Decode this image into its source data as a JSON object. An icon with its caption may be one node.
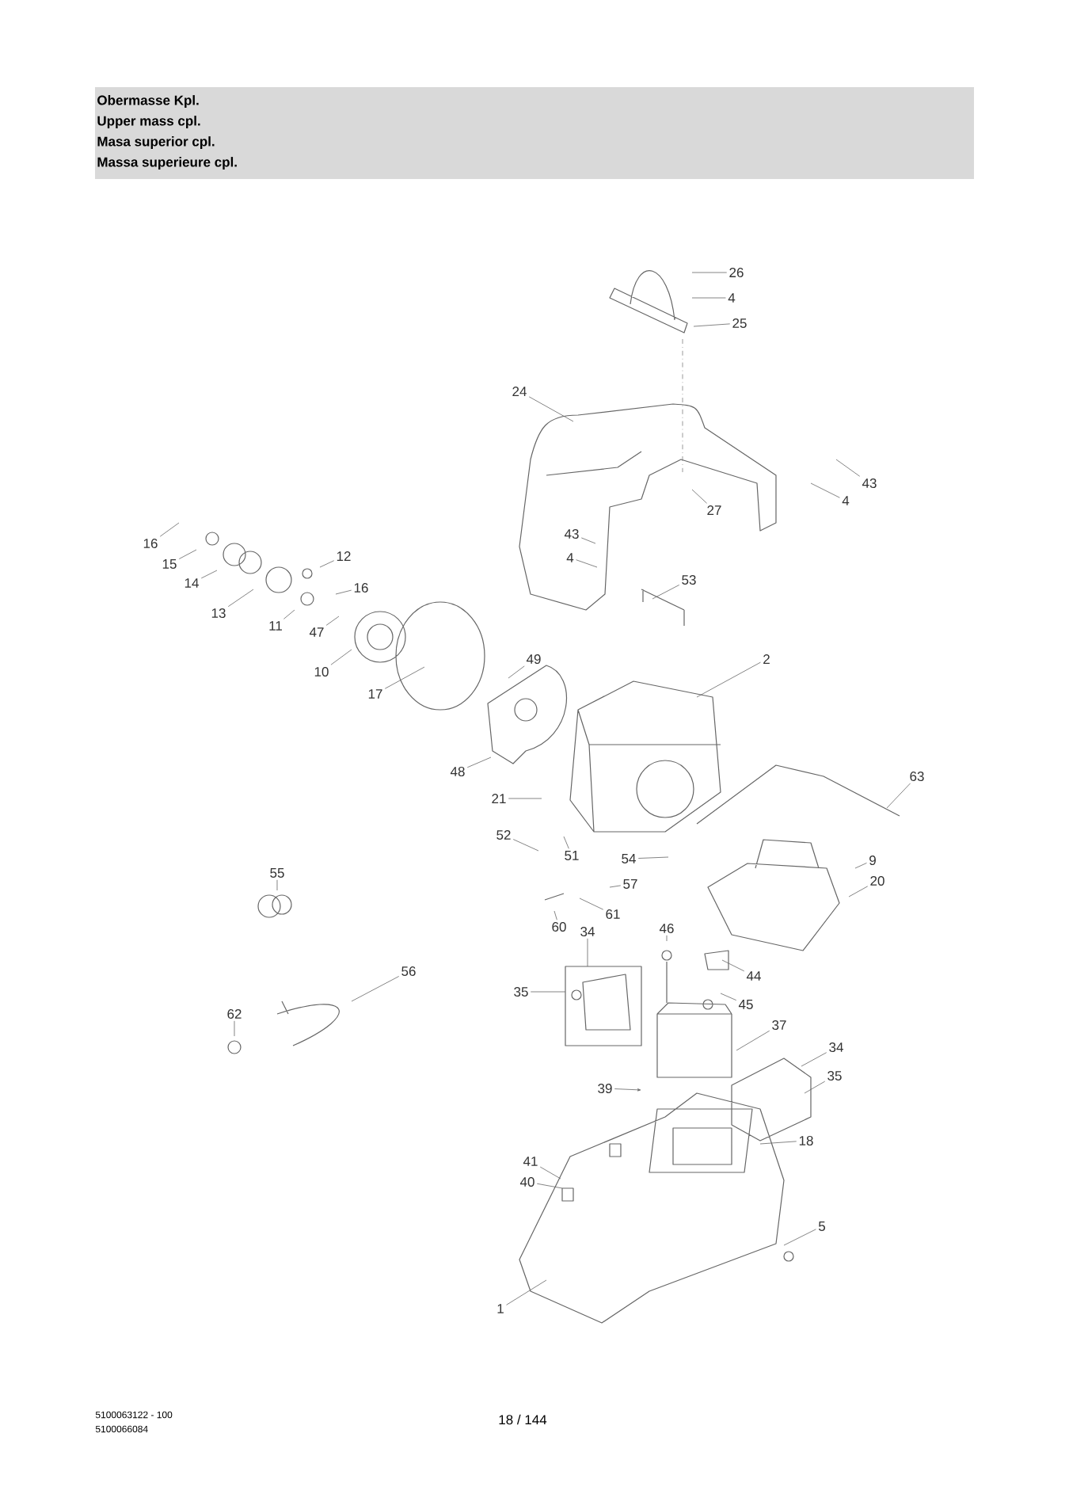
{
  "diagram": {
    "nodes": [
      {
        "text": [
          "26"
        ]
      },
      {
        "text": [
          "4"
        ]
      },
      {
        "text": [
          "25"
        ]
      },
      {
        "text": [
          "24"
        ]
      },
      {
        "text": [
          "43"
        ]
      },
      {
        "text": [
          "4"
        ]
      },
      {
        "text": [
          "27"
        ]
      },
      {
        "text": [
          "43"
        ]
      },
      {
        "text": [
          "4"
        ]
      },
      {
        "text": [
          "16"
        ]
      },
      {
        "text": [
          "15"
        ]
      },
      {
        "text": [
          "14"
        ]
      },
      {
        "text": [
          "12"
        ]
      },
      {
        "text": [
          "13"
        ]
      },
      {
        "text": [
          "16"
        ]
      },
      {
        "text": [
          "11"
        ]
      },
      {
        "text": [
          "47"
        ]
      },
      {
        "text": [
          "10"
        ]
      },
      {
        "text": [
          "17"
        ]
      },
      {
        "text": [
          "49"
        ]
      },
      {
        "text": [
          "53"
        ]
      },
      {
        "text": [
          "2"
        ]
      },
      {
        "text": [
          "48"
        ]
      },
      {
        "text": [
          "21"
        ]
      },
      {
        "text": [
          "63"
        ]
      },
      {
        "text": [
          "52"
        ]
      },
      {
        "text": [
          "51"
        ]
      },
      {
        "text": [
          "54"
        ]
      },
      {
        "text": [
          "57"
        ]
      },
      {
        "text": [
          "61"
        ]
      },
      {
        "text": [
          "60"
        ]
      },
      {
        "text": [
          "55"
        ]
      },
      {
        "text": [
          "56"
        ]
      },
      {
        "text": [
          "62"
        ]
      },
      {
        "text": [
          "34"
        ]
      },
      {
        "text": [
          "35"
        ]
      },
      {
        "text": [
          "46"
        ]
      },
      {
        "text": [
          "44"
        ]
      },
      {
        "text": [
          "45"
        ]
      },
      {
        "text": [
          "37"
        ]
      },
      {
        "text": [
          "34"
        ]
      },
      {
        "text": [
          "35"
        ]
      },
      {
        "text": [
          "9"
        ]
      },
      {
        "text": [
          "20"
        ]
      },
      {
        "text": [
          "39"
        ]
      },
      {
        "text": [
          "18"
        ]
      },
      {
        "text": [
          "41"
        ]
      },
      {
        "text": [
          "40"
        ]
      },
      {
        "text": [
          "5"
        ]
      },
      {
        "text": [
          "1"
        ]
      }
    ],
    "edges": [
      {
        "from": 0,
        "to": null,
        "arrow": "none"
      },
      {
        "from": 1,
        "to": null,
        "arrow": "none"
      },
      {
        "from": 2,
        "to": null,
        "arrow": "none"
      },
      {
        "from": 3,
        "to": null,
        "arrow": "none"
      },
      {
        "from": 4,
        "to": null,
        "arrow": "none"
      },
      {
        "from": 5,
        "to": null,
        "arrow": "none"
      },
      {
        "from": 6,
        "to": null,
        "arrow": "none"
      },
      {
        "from": 7,
        "to": null,
        "arrow": "none"
      },
      {
        "from": 8,
        "to": null,
        "arrow": "none"
      },
      {
        "from": 9,
        "to": null,
        "arrow": "none"
      },
      {
        "from": 10,
        "to": null,
        "arrow": "none"
      },
      {
        "from": 11,
        "to": null,
        "arrow": "none"
      },
      {
        "from": 12,
        "to": null,
        "arrow": "none"
      },
      {
        "from": 13,
        "to": null,
        "arrow": "none"
      },
      {
        "from": 14,
        "to": null,
        "arrow": "none"
      },
      {
        "from": 15,
        "to": null,
        "arrow": "none"
      },
      {
        "from": 16,
        "to": null,
        "arrow": "none"
      },
      {
        "from": 17,
        "to": null,
        "arrow": "none"
      },
      {
        "from": 18,
        "to": null,
        "arrow": "none"
      },
      {
        "from": 19,
        "to": null,
        "arrow": "none"
      },
      {
        "from": 20,
        "to": null,
        "arrow": "none"
      },
      {
        "from": 21,
        "to": null,
        "arrow": "none"
      },
      {
        "from": 22,
        "to": null,
        "arrow": "none"
      },
      {
        "from": 23,
        "to": null,
        "arrow": "none"
      },
      {
        "from": 24,
        "to": null,
        "arrow": "none"
      },
      {
        "from": 25,
        "to": null,
        "arrow": "none"
      },
      {
        "from": 26,
        "to": null,
        "arrow": "none"
      },
      {
        "from": 27,
        "to": null,
        "arrow": "none"
      },
      {
        "from": 28,
        "to": null,
        "arrow": "none"
      },
      {
        "from": 29,
        "to": null,
        "arrow": "none"
      },
      {
        "from": 30,
        "to": null,
        "arrow": "none"
      },
      {
        "from": 31,
        "to": null,
        "arrow": "none"
      },
      {
        "from": 32,
        "to": null,
        "arrow": "none"
      },
      {
        "from": 33,
        "to": null,
        "arrow": "none"
      },
      {
        "from": 34,
        "to": null,
        "arrow": "none"
      },
      {
        "from": 35,
        "to": null,
        "arrow": "none"
      },
      {
        "from": 36,
        "to": null,
        "arrow": "none"
      },
      {
        "from": 37,
        "to": null,
        "arrow": "none"
      },
      {
        "from": 38,
        "to": null,
        "arrow": "none"
      },
      {
        "from": 39,
        "to": null,
        "arrow": "none"
      },
      {
        "from": 40,
        "to": null,
        "arrow": "none"
      },
      {
        "from": 41,
        "to": null,
        "arrow": "none"
      },
      {
        "from": 42,
        "to": null,
        "arrow": "none"
      },
      {
        "from": 43,
        "to": null,
        "arrow": "none"
      },
      {
        "from": 44,
        "to": null,
        "arrow": "to"
      },
      {
        "from": 45,
        "to": null,
        "arrow": "none"
      },
      {
        "from": 46,
        "to": null,
        "arrow": "none"
      },
      {
        "from": 47,
        "to": null,
        "arrow": "none"
      },
      {
        "from": 48,
        "to": null,
        "arrow": "none"
      },
      {
        "from": 49,
        "to": null,
        "arrow": "none"
      }
    ],
    "labels": [
      "Obermasse Kpl.",
      "Upper mass cpl.",
      "Masa superior cpl.",
      "Massa superieure cpl.",
      "5100063122 - 100",
      "5100066084",
      "18 / 144"
    ]
  }
}
